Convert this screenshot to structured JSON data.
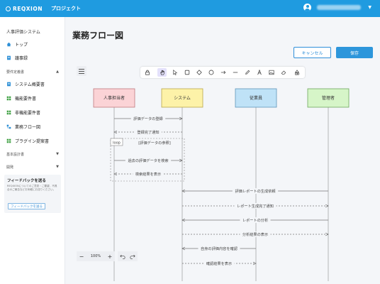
{
  "header": {
    "logo": "REQXION",
    "project": "プロジェクト"
  },
  "sidebar": {
    "title": "人事評価システム",
    "top_items": [
      {
        "label": "トップ",
        "icon": "home-icon"
      },
      {
        "label": "議事録",
        "icon": "document-icon"
      }
    ],
    "sections": [
      {
        "label": "要件定義書",
        "expanded": true
      },
      {
        "label": "基本設計書",
        "expanded": false
      },
      {
        "label": "開発",
        "expanded": false
      }
    ],
    "req_items": [
      {
        "label": "システム概要書",
        "icon": "system-doc-icon"
      },
      {
        "label": "機能要件書",
        "icon": "grid-icon"
      },
      {
        "label": "非機能要件書",
        "icon": "grid-icon"
      },
      {
        "label": "業務フロー図",
        "icon": "flow-icon"
      },
      {
        "label": "プラグイン提案書",
        "icon": "grid-icon"
      }
    ],
    "feedback": {
      "title": "フィードバックを送る",
      "text": "REQXIONについてのご意見・ご要望、不具合のご報告などお気軽にお送りください。",
      "button": "フィードバックを送る"
    }
  },
  "main": {
    "title": "業務フロー図",
    "cancel": "キャンセル",
    "save": "保存",
    "zoom": "100%",
    "colors": {
      "accent": "#2d96db",
      "active_tool": "#e4e1fb"
    }
  },
  "toolbar": {
    "tools": [
      "lock-icon",
      "hand-icon",
      "pointer-icon",
      "rectangle-icon",
      "diamond-icon",
      "circle-icon",
      "arrow-icon",
      "line-icon",
      "pencil-icon",
      "text-icon",
      "image-icon",
      "eraser-icon",
      "shapes-icon"
    ],
    "active": "hand-icon"
  },
  "diagram": {
    "actors": [
      {
        "label": "人事担当者",
        "fill": "#fbd3d6",
        "stroke": "#c07a7f"
      },
      {
        "label": "システム",
        "fill": "#fdf2a8",
        "stroke": "#b9a64a"
      },
      {
        "label": "従業員",
        "fill": "#bfe2f7",
        "stroke": "#5f95b9"
      },
      {
        "label": "管理者",
        "fill": "#d6f5c8",
        "stroke": "#6ea75d"
      }
    ],
    "loop": {
      "label": "loop",
      "condition": "[評価データの参照]"
    },
    "messages": [
      {
        "label": "評価データの登録",
        "from": 0,
        "to": 1,
        "style": "solid"
      },
      {
        "label": "登録完了通知",
        "from": 1,
        "to": 0,
        "style": "dashed"
      },
      {
        "label": "過去の評価データを検索",
        "from": 0,
        "to": 1,
        "style": "solid"
      },
      {
        "label": "検索結果を表示",
        "from": 1,
        "to": 0,
        "style": "dashed"
      },
      {
        "label": "評価レポートの生成依頼",
        "from": 3,
        "to": 1,
        "style": "solid"
      },
      {
        "label": "レポート生成完了通知",
        "from": 1,
        "to": 3,
        "style": "dashed"
      },
      {
        "label": "レポートの分析",
        "from": 3,
        "to": 1,
        "style": "solid"
      },
      {
        "label": "分析結果の表示",
        "from": 1,
        "to": 3,
        "style": "dashed"
      },
      {
        "label": "自身の評価内容を確認",
        "from": 2,
        "to": 1,
        "style": "solid"
      },
      {
        "label": "確認結果を表示",
        "from": 1,
        "to": 2,
        "style": "dashed"
      }
    ]
  }
}
